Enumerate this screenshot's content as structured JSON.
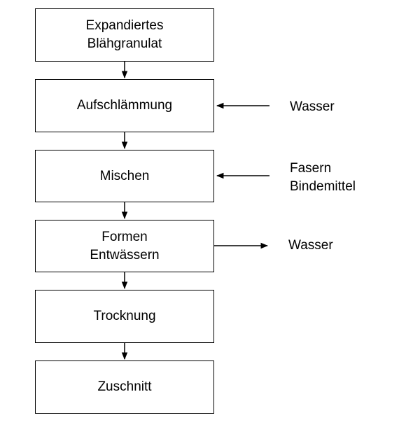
{
  "steps": [
    {
      "line1": "Expandiertes",
      "line2": "Blähgranulat"
    },
    {
      "line1": "Aufschlämmung",
      "line2": ""
    },
    {
      "line1": "Mischen",
      "line2": ""
    },
    {
      "line1": "Formen",
      "line2": "Entwässern"
    },
    {
      "line1": "Trocknung",
      "line2": ""
    },
    {
      "line1": "Zuschnitt",
      "line2": ""
    }
  ],
  "inputs": {
    "wasser_in": "Wasser",
    "fasern": "Fasern",
    "bindemittel": "Bindemittel"
  },
  "outputs": {
    "wasser_out": "Wasser"
  }
}
